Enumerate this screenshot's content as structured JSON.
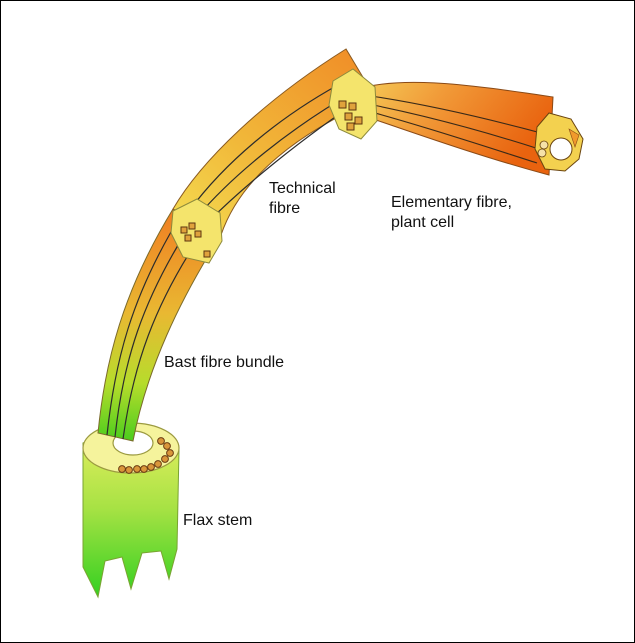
{
  "labels": {
    "technical_fibre": [
      "Technical",
      "fibre"
    ],
    "elementary_fibre": [
      "Elementary fibre,",
      "plant cell"
    ],
    "bast_fibre_bundle": "Bast fibre bundle",
    "flax_stem": "Flax stem"
  },
  "colors": {
    "stem_top": "#d9ec58",
    "stem_bottom": "#3fd324",
    "stem_rim": "#f6f59a",
    "bundle_orange": "#f07f24",
    "bundle_yellow": "#e7d12f",
    "bundle_green": "#52cf1f",
    "fibre_dark_orange": "#ec6f16",
    "fibre_light": "#f6c244",
    "cross_section": "#f5e46b",
    "cell_fill": "#e6a23a",
    "outline": "#2a2a2a",
    "frame_border": "#000000"
  }
}
